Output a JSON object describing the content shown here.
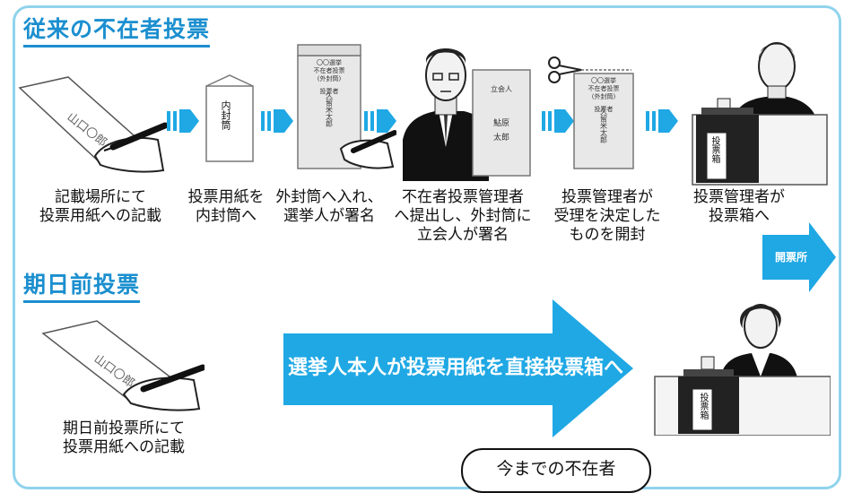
{
  "sections": {
    "old": {
      "title": "従来の不在者投票"
    },
    "early": {
      "title": "期日前投票"
    }
  },
  "steps": [
    {
      "caption": "記載場所にて\n投票用紙への記載"
    },
    {
      "caption": "投票用紙を\n内封筒へ"
    },
    {
      "caption": "外封筒へ入れ、\n選挙人が署名"
    },
    {
      "caption": "不在者投票管理者\nへ提出し、外封筒に\n立会人が署名"
    },
    {
      "caption": "投票管理者が\n受理を決定した\nものを開封"
    },
    {
      "caption": "投票管理者が\n投票箱へ"
    }
  ],
  "labels": {
    "inner_envelope": "内封筒",
    "ballot_box": "投票箱",
    "counting_place": "開票所",
    "envelope_text": [
      "〇〇選挙",
      "不在者投票",
      "(外封筒)",
      "投票者",
      "久留米太郎"
    ],
    "person_envelope": [
      "立会人",
      "鮎原",
      "太郎"
    ]
  },
  "early_step": {
    "caption": "期日前投票所にて\n投票用紙への記載"
  },
  "big_arrow": {
    "text": "選挙人本人が投票用紙を直接投票箱へ"
  },
  "footer_bubble": {
    "text": "今までの不在者"
  },
  "colors": {
    "accent": "#1b8fcf",
    "arrow": "#1fa8e4",
    "frame": "#8fd3ec"
  }
}
